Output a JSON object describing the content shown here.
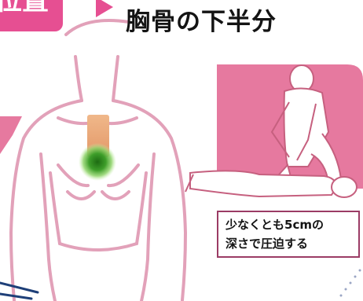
{
  "badge": {
    "label": "位置"
  },
  "heading": {
    "text": "胸骨の下半分"
  },
  "caption": {
    "line1": "少なくとも5cmの",
    "line2": "深さで圧迫する"
  },
  "colors": {
    "accent_pink": "#e64f92",
    "panel_pink": "#e6799f",
    "body_outline": "#e2a1b9",
    "sternum_orange": "#e8a878",
    "compression_green": "#3e9e2a",
    "caption_border": "#9b3c65",
    "arrow_navy": "#1e3f78"
  },
  "icons": {
    "pointer": "triangle-right-icon",
    "torso": "human-torso-outline",
    "compression_point": "green-target-glow",
    "cpr_scene": "cpr-chest-compression-illustration"
  }
}
